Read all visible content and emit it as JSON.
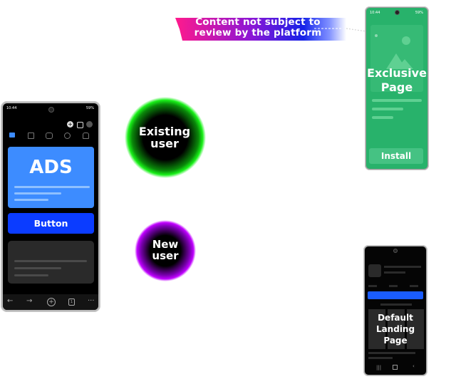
{
  "banner": {
    "text": "Content not subject to review by the platform"
  },
  "main_phone": {
    "status_time": "10:44",
    "status_battery": "59%",
    "ads_label": "ADS",
    "button_label": "Button",
    "nav": {
      "tab_count": "1",
      "more": "···"
    }
  },
  "existing_user": {
    "label": "Existing user",
    "color": "#18f018"
  },
  "new_user": {
    "label": "New user",
    "color": "#c000ff"
  },
  "exclusive_phone": {
    "status_time": "10:44",
    "status_battery": "59%",
    "title": "Exclusive Page",
    "install_label": "Install",
    "bg_color": "#28b26b"
  },
  "default_phone": {
    "title": "Default Landing Page",
    "accent": "#1a5cff"
  }
}
